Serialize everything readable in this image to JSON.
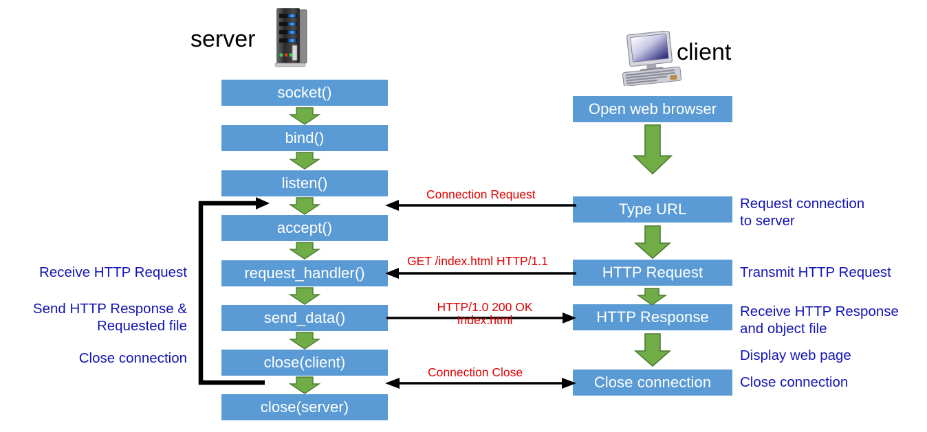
{
  "diagram": {
    "title": "HTTP client-server socket interaction",
    "colors": {
      "box_fill": "#5B9BD5",
      "box_text": "#FFFFFF",
      "flow_arrow": "#70AD47",
      "message_arrow": "#000000",
      "message_label": "#E00000",
      "annotation": "#1414B4"
    }
  },
  "endpoints": {
    "server_label": "server",
    "client_label": "client",
    "server_icon": "server-tower-icon",
    "client_icon": "desktop-computer-icon"
  },
  "server_steps": [
    {
      "label": "socket()"
    },
    {
      "label": "bind()"
    },
    {
      "label": "listen()"
    },
    {
      "label": "accept()"
    },
    {
      "label": "request_handler()"
    },
    {
      "label": "send_data()"
    },
    {
      "label": "close(client)"
    },
    {
      "label": "close(server)"
    }
  ],
  "client_steps": [
    {
      "label": "Open web browser"
    },
    {
      "label": "Type URL"
    },
    {
      "label": "HTTP Request"
    },
    {
      "label": "HTTP Response"
    },
    {
      "label": "Close connection"
    }
  ],
  "messages": [
    {
      "label": "Connection Request",
      "direction": "client-to-server"
    },
    {
      "label": "GET /index.html HTTP/1.1",
      "direction": "client-to-server"
    },
    {
      "label": "HTTP/1.0 200 OK\nIndex.html",
      "line1": "HTTP/1.0 200 OK",
      "line2": "Index.html",
      "direction": "server-to-client"
    },
    {
      "label": "Connection Close",
      "direction": "bidirectional"
    }
  ],
  "server_annotations": [
    {
      "line1": "Receive HTTP Request",
      "line2": ""
    },
    {
      "line1": "Send HTTP Response &",
      "line2": "Requested file"
    },
    {
      "line1": "Close connection",
      "line2": ""
    }
  ],
  "client_annotations": [
    {
      "line1": "Request connection",
      "line2": "to server"
    },
    {
      "line1": "Transmit HTTP Request",
      "line2": ""
    },
    {
      "line1": "Receive HTTP Response",
      "line2": "and object file"
    },
    {
      "line1": "Display web page",
      "line2": ""
    },
    {
      "line1": "Close connection",
      "line2": ""
    }
  ]
}
